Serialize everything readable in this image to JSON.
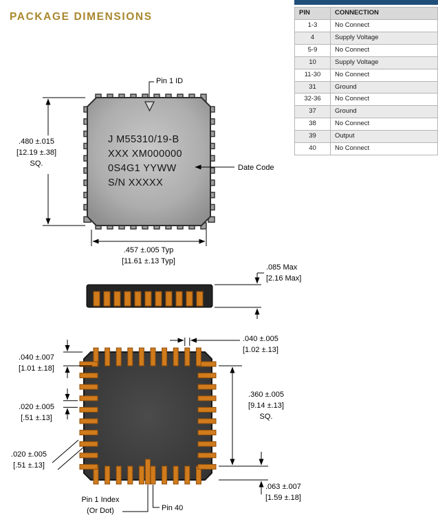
{
  "page": {
    "title": "PACKAGE DIMENSIONS"
  },
  "colors": {
    "accent_gold": "#A9882E",
    "navy_bar": "#1F4E79",
    "pad_orange": "#D07B1C",
    "package_body_dark": "#3B3B3B",
    "package_body_gray": "#A8A8A8"
  },
  "pin_table": {
    "headers": [
      "PIN",
      "CONNECTION"
    ],
    "rows": [
      {
        "pin": "1-3",
        "connection": "No Connect"
      },
      {
        "pin": "4",
        "connection": "Supply Voltage"
      },
      {
        "pin": "5-9",
        "connection": "No Connect"
      },
      {
        "pin": "10",
        "connection": "Supply Voltage"
      },
      {
        "pin": "11-30",
        "connection": "No Connect"
      },
      {
        "pin": "31",
        "connection": "Ground"
      },
      {
        "pin": "32-36",
        "connection": "No Connect"
      },
      {
        "pin": "37",
        "connection": "Ground"
      },
      {
        "pin": "38",
        "connection": "No Connect"
      },
      {
        "pin": "39",
        "connection": "Output"
      },
      {
        "pin": "40",
        "connection": "No Connect"
      }
    ]
  },
  "top_view": {
    "marking_lines": [
      "J M55310/19-B",
      "XXX XM000000",
      "0S4G1  YYWW",
      "S/N XXXXX"
    ],
    "pin1_id_label": "Pin 1 ID",
    "date_code_label": "Date Code",
    "body_size_dim": ".480 ±.015\n[12.19 ±.38]\nSQ.",
    "body_width_dim": ".457 ±.005 Typ\n[11.61 ±.13 Typ]"
  },
  "side_view": {
    "height_dim": ".085 Max\n[2.16 Max]"
  },
  "bottom_view": {
    "pad_width_dim": ".040 ±.005\n[1.02 ±.13]",
    "pad_length_dim": ".040 ±.007\n[1.01 ±.18]",
    "pad_gap_dim": ".020 ±.005\n[.51 ±.13]",
    "pad_span_dim": ".360 ±.005\n[9.14 ±.13]\nSQ.",
    "corner_pad_dim": ".020 ±.005\n[.51 ±.13]",
    "edge_to_pad_dim": ".063 ±.007\n[1.59 ±.18]",
    "pin1_index_label": "Pin 1 Index\n(Or Dot)",
    "pin40_label": "Pin 40"
  }
}
